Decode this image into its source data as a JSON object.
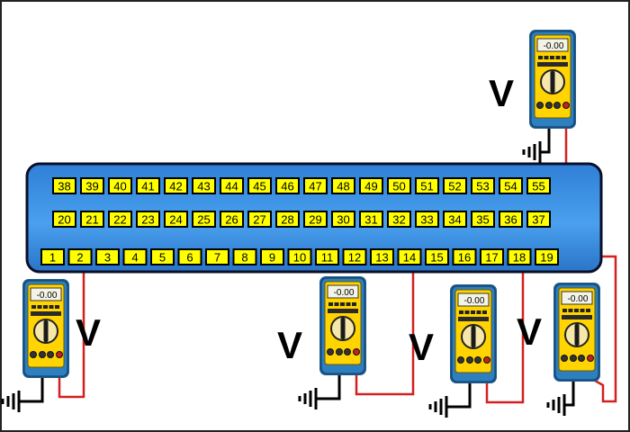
{
  "connector": {
    "rows": [
      [
        "38",
        "39",
        "40",
        "41",
        "42",
        "43",
        "44",
        "45",
        "46",
        "47",
        "48",
        "49",
        "50",
        "51",
        "52",
        "53",
        "54",
        "55"
      ],
      [
        "20",
        "21",
        "22",
        "23",
        "24",
        "25",
        "26",
        "27",
        "28",
        "29",
        "30",
        "31",
        "32",
        "33",
        "34",
        "35",
        "36",
        "37"
      ],
      [
        "1",
        "2",
        "3",
        "4",
        "5",
        "6",
        "7",
        "8",
        "9",
        "10",
        "11",
        "12",
        "13",
        "14",
        "15",
        "16",
        "17",
        "18",
        "19"
      ]
    ]
  },
  "meters": [
    {
      "name": "meter-pin-37",
      "display": "-0.00",
      "symbol": "V",
      "pin": "37"
    },
    {
      "name": "meter-pin-2",
      "display": "-0.00",
      "symbol": "V",
      "pin": "2"
    },
    {
      "name": "meter-pin-14",
      "display": "-0.00",
      "symbol": "V",
      "pin": "14"
    },
    {
      "name": "meter-pin-18",
      "display": "-0.00",
      "symbol": "V",
      "pin": "18"
    },
    {
      "name": "meter-pin-19",
      "display": "-0.00",
      "symbol": "V",
      "pin": "19"
    }
  ],
  "colors": {
    "connector_body": "#3a8fe0",
    "connector_border": "#0a0f28",
    "pin_fill": "#ffff00",
    "wire": "#d42020",
    "meter_body": "#2e7fbf",
    "meter_face": "#ffd400",
    "ground": "#000000"
  }
}
